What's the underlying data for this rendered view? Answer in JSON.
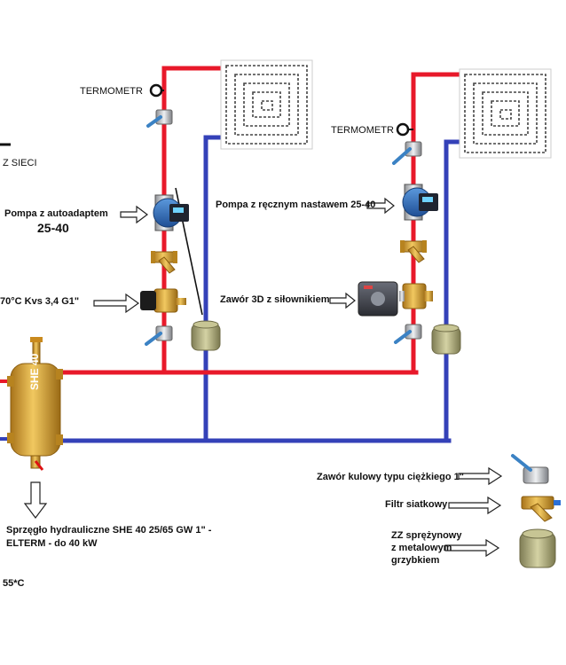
{
  "labels": {
    "termometr_left": "TERMOMETR",
    "termometr_right": "TERMOMETR",
    "z_sieci": "Z SIECI",
    "pompa_auto_line1": "Pompa z autoadaptem",
    "pompa_auto_line2": "25-40",
    "pompa_manual": "Pompa z ręcznym nastawem 25-40",
    "zawor_70": "70°C Kvs 3,4 G1\"",
    "zawor_3d": "Zawór 3D z siłownikiem",
    "she_body": "SHE 40",
    "sprzeglo_line1": "Sprzęgło hydrauliczne SHE 40 25/65 GW 1\" -",
    "sprzeglo_line2": "ELTERM - do 40 kW",
    "temp_55": "55*C",
    "legend_zawor": "Zawór kulowy typu ciężkiego 1\"",
    "legend_filtr": "Filtr siatkowy",
    "legend_zz_line1": "ZZ sprężynowy",
    "legend_zz_line2": "z metalowym",
    "legend_zz_line3": "grzybkiem"
  },
  "colors": {
    "supply_pipe": "#e8192a",
    "return_pipe": "#3441b8",
    "pump_blue": "#2f6fc0",
    "brass": "#c9962a",
    "nut_olive": "#a9a77a",
    "valve_black": "#1c1c1c",
    "ball_handle": "#3b82c4"
  },
  "icons": [
    "thermometer-icon",
    "ball-valve-icon",
    "circulation-pump-icon",
    "strainer-filter-icon",
    "thermostatic-valve-icon",
    "three-way-valve-icon",
    "actuator-icon",
    "check-valve-icon",
    "hydraulic-separator-icon",
    "underfloor-coil-icon",
    "arrow-icon"
  ]
}
